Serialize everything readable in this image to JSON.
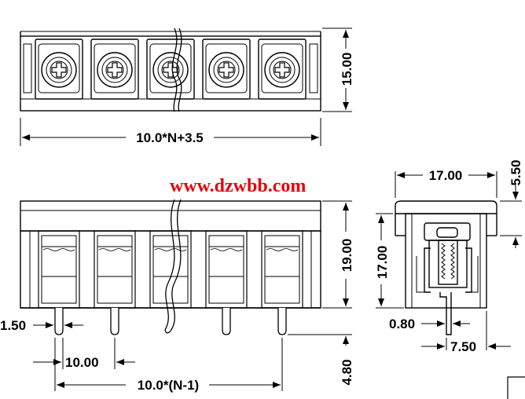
{
  "dimensions": {
    "height_top": "15.00",
    "width_total": "10.0*N+3.5",
    "height_front": "19.00",
    "pin_width": "1.50",
    "pitch": "10.00",
    "pitch_total": "10.0*(N-1)",
    "pin_length": "4.80",
    "side_width": "17.00",
    "side_top": "5.50",
    "side_height": "17.00",
    "side_pin": "0.80",
    "side_offset": "7.50"
  },
  "watermark": {
    "text": "www.dzwbb.com",
    "color": "#e8000b"
  },
  "colors": {
    "line": "#000000"
  },
  "icons": [
    "screw-head-icon",
    "arrowhead-icon"
  ]
}
